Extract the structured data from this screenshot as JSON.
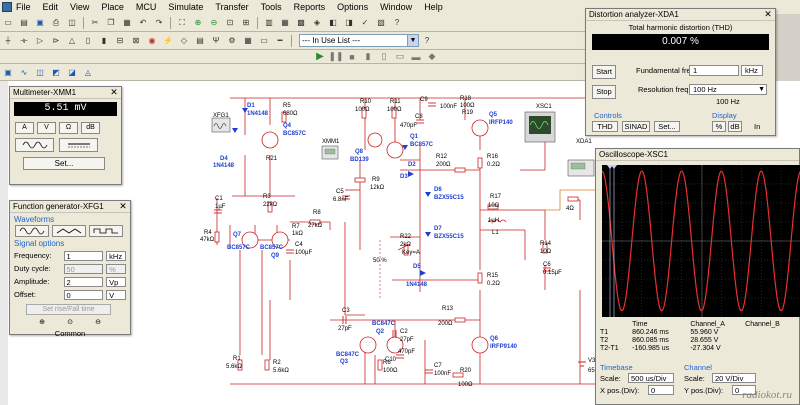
{
  "menu": [
    "File",
    "Edit",
    "View",
    "Place",
    "MCU",
    "Simulate",
    "Transfer",
    "Tools",
    "Reports",
    "Options",
    "Window",
    "Help"
  ],
  "toolbar": {
    "in_use_list": "--- In Use List ---"
  },
  "multimeter": {
    "title": "Multimeter-XMM1",
    "reading": "5.51 mV",
    "buttons": [
      "A",
      "V",
      "Ω",
      "dB"
    ],
    "set_label": "Set..."
  },
  "funcgen": {
    "title": "Function generator-XFG1",
    "waveforms_label": "Waveforms",
    "signal_options_label": "Signal options",
    "frequency_label": "Frequency:",
    "frequency_value": "1",
    "frequency_unit": "kHz",
    "duty_label": "Duty cycle:",
    "duty_value": "50",
    "duty_unit": "%",
    "amplitude_label": "Amplitude:",
    "amplitude_value": "2",
    "amplitude_unit": "Vp",
    "offset_label": "Offset:",
    "offset_value": "0",
    "offset_unit": "V",
    "rise_fall_label": "Set rise/Fall time",
    "common_label": "Common"
  },
  "distortion": {
    "title": "Distortion analyzer-XDA1",
    "caption": "Total harmonic distortion (THD)",
    "reading": "0.007 %",
    "start_label": "Start",
    "stop_label": "Stop",
    "fund_label": "Fundamental freq.",
    "fund_value": "1",
    "fund_unit": "kHz",
    "res_label": "Resolution freq.",
    "res_value": "100 Hz",
    "res_readout": "100 Hz",
    "controls_label": "Controls",
    "display_label": "Display",
    "thd_label": "THD",
    "sinad_label": "SINAD",
    "set_label": "Set...",
    "pct_label": "%",
    "db_label": "dB",
    "in_label": "In"
  },
  "oscope": {
    "title": "Oscilloscope-XSC1",
    "headers": [
      "",
      "Time",
      "Channel_A",
      "Channel_B"
    ],
    "rows": [
      [
        "T1",
        "860.246 ms",
        "55.960 V",
        ""
      ],
      [
        "T2",
        "860.085 ms",
        "28.655 V",
        ""
      ],
      [
        "T2-T1",
        "-160.985 us",
        "-27.304 V",
        ""
      ]
    ],
    "timebase_label": "Timebase",
    "scale_label": "Scale:",
    "scale_value": "500 us/Div",
    "xpos_label": "X pos.(Div):",
    "xpos_value": "0",
    "channel_a_label": "Channel",
    "cha_scale_label": "Scale:",
    "cha_scale_value": "20 V/Div",
    "cha_ypos_label": "Y pos.(Div):",
    "cha_ypos_value": "0"
  },
  "schematic": {
    "labels": {
      "d1": "D1",
      "d1_part": "1N4148",
      "r5": "R5",
      "r5_val": "680Ω",
      "q4": "Q4",
      "q4_part": "BC857C",
      "xfg1": "XFG1",
      "d4": "D4",
      "d4_part": "1N4148",
      "r21": "R21",
      "c1": "C1",
      "c1_val": "1µF",
      "r3": "R3",
      "r3_val": "22kΩ",
      "xmm1": "XMM1",
      "r10": "R10",
      "r10_val": "100Ω",
      "r11": "R11",
      "r11_val": "100Ω",
      "c9": "C9",
      "c9_val": "100nF",
      "r18": "R18",
      "r18_val": "100Ω",
      "r19": "R19",
      "q5": "Q5",
      "q5_part": "IRFP140",
      "q8": "Q8",
      "q8_part": "BD139",
      "q1": "Q1",
      "q1_part": "BC857C",
      "d2": "D2",
      "c8": "C8",
      "c8_val": "470pF",
      "r12": "R12",
      "r12_val": "200Ω",
      "r16": "R16",
      "r16_val": "0.2Ω",
      "d3": "D3",
      "r9": "R9",
      "r9_val": "12kΩ",
      "c5": "C5",
      "c5_val": "6.8nF",
      "d6": "D6",
      "d6_part": "BZX55C15",
      "r17": "R17",
      "r17_val": "10Ω",
      "l1_val": "1µH",
      "l1": "L1",
      "r4": "R4",
      "r4_val": "47kΩ",
      "q7": "Q7",
      "q7_part": "BC857C",
      "q9": "Q9",
      "q9_part": "BC857C",
      "r7": "R7",
      "r7_val": "1kΩ",
      "r8": "R8",
      "r8_val": "27kΩ",
      "c4": "C4",
      "c4_val": "100µF",
      "r22": "R22",
      "r22_val": "2kΩ",
      "key": "Key=A",
      "pct": "50 %",
      "d7": "D7",
      "d7_part": "BZX55C15",
      "d5": "D5",
      "d5_part": "1N4148",
      "r14": "R14",
      "r14_val": "10Ω",
      "c6": "C6",
      "c6_val": "0.15µF",
      "r15": "R15",
      "r15_val": "0.2Ω",
      "r4_load": "4Ω",
      "c3": "C3",
      "c3_val": "27pF",
      "c2": "C2",
      "c2_val": "27pF",
      "r13": "R13",
      "r13_val": "200Ω",
      "q6": "Q6",
      "q6_part": "IRFP9140",
      "q2_part": "BC847C",
      "q2": "Q2",
      "q3_part": "BC847C",
      "q3": "Q3",
      "r1": "R1",
      "r1_val": "5.6kΩ",
      "r2": "R2",
      "r2_val": "5.6kΩ",
      "r6": "R6",
      "r6_val": "100Ω",
      "c10": "C10",
      "c10_val": "470pF",
      "c7": "C7",
      "c7_val": "100nF",
      "r20": "R20",
      "r20_val": "100Ω",
      "xsc1": "XSC1",
      "xda1": "XDA1",
      "v3": "V3",
      "v3_val": "65"
    }
  },
  "watermark": "radiokot.ru"
}
